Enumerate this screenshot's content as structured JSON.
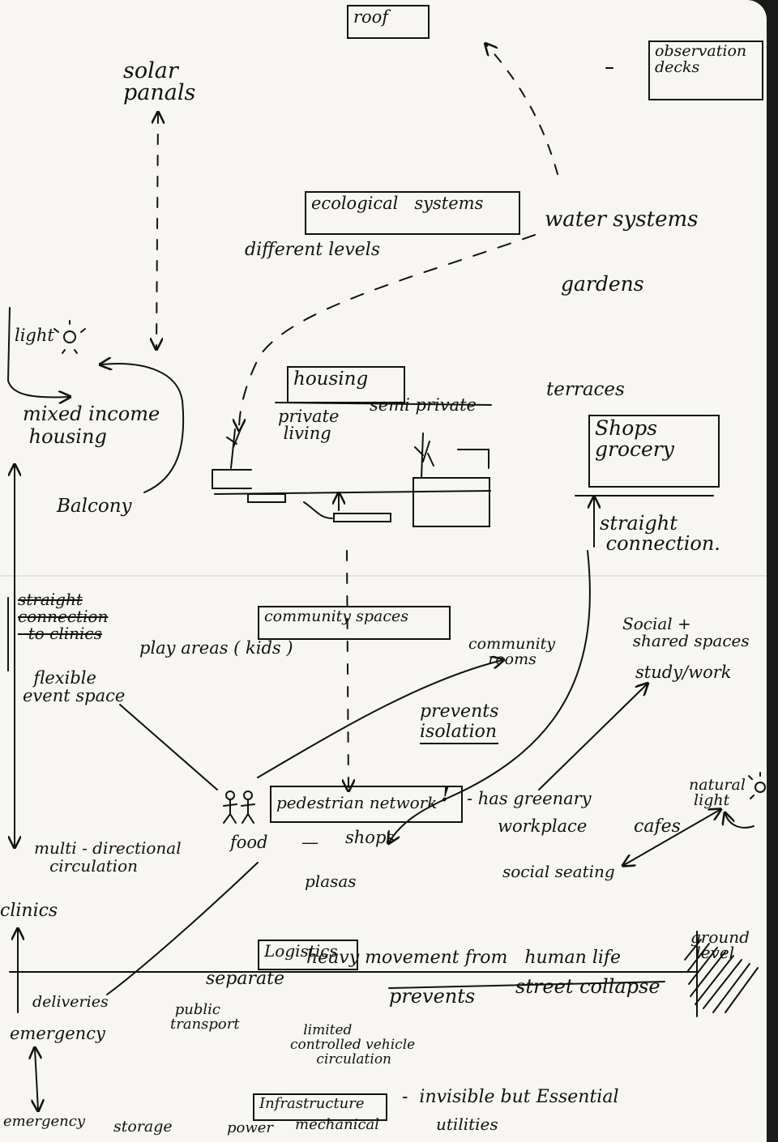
{
  "labels": {
    "roof": "roof",
    "observation_decks": "observation\ndecks",
    "solar_panels": "solar\npanals",
    "ecological_systems": "ecological   systems",
    "different_levels": "different levels",
    "water_systems": "water systems",
    "gardens": "gardens",
    "light": "light",
    "housing": "housing",
    "private_living": "private\n living",
    "semi_private": "semi private",
    "terraces": "terraces",
    "mixed_income_housing": "mixed income\n housing",
    "balcony": "Balcony",
    "shops_grocery": "Shops\ngrocery",
    "straight_connection": "straight\n connection.",
    "straight_connection_to_clinics": "straight\nconnection\n  to clinics",
    "community_spaces": "community spaces",
    "community_rooms": "community\n    rooms",
    "social_shared_spaces": "Social +\n  shared spaces",
    "play_areas": "play areas ( kids )",
    "study_work": "study/work",
    "flexible_event_space": "  flexible\nevent space",
    "prevents_isolation": "prevents\nisolation",
    "natural_light": "natural\n light",
    "pedestrian_network": "pedestrian network",
    "exclamation": "!",
    "has_greenary": "- has greenary",
    "workplace": "workplace",
    "cafes": "cafes",
    "food": "food",
    "dash": "—",
    "shops": "shops",
    "multi_directional_circulation": "multi - directional\n   circulation",
    "plasas": "plasas",
    "social_seating": "social seating",
    "clinics": "clinics",
    "logistics": "Logistics",
    "ground_level": "ground\n level",
    "separate": "separate",
    "heavy_movement": "heavy movement from   human life",
    "prevents": "prevents",
    "street_collapse": "street collapse",
    "deliveries": "deliveries",
    "public_transport": " public\ntransport",
    "emergency_1": "emergency",
    "limited_controlled_vehicle": "   limited\ncontrolled vehicle\n      circulation",
    "infrastructure": "Infrastructure",
    "invisible_but_essential": "-  invisible but Essential",
    "utilities": "utilities",
    "emergency_2": "emergency",
    "storage": "storage",
    "power": "power",
    "mechanical": "mechanical"
  },
  "colors": {
    "ink": "#111111",
    "paper": "#f7f6f2"
  },
  "icons": [
    "sun-icon",
    "stick-figures-icon",
    "plant-icon",
    "arrow-icon"
  ]
}
